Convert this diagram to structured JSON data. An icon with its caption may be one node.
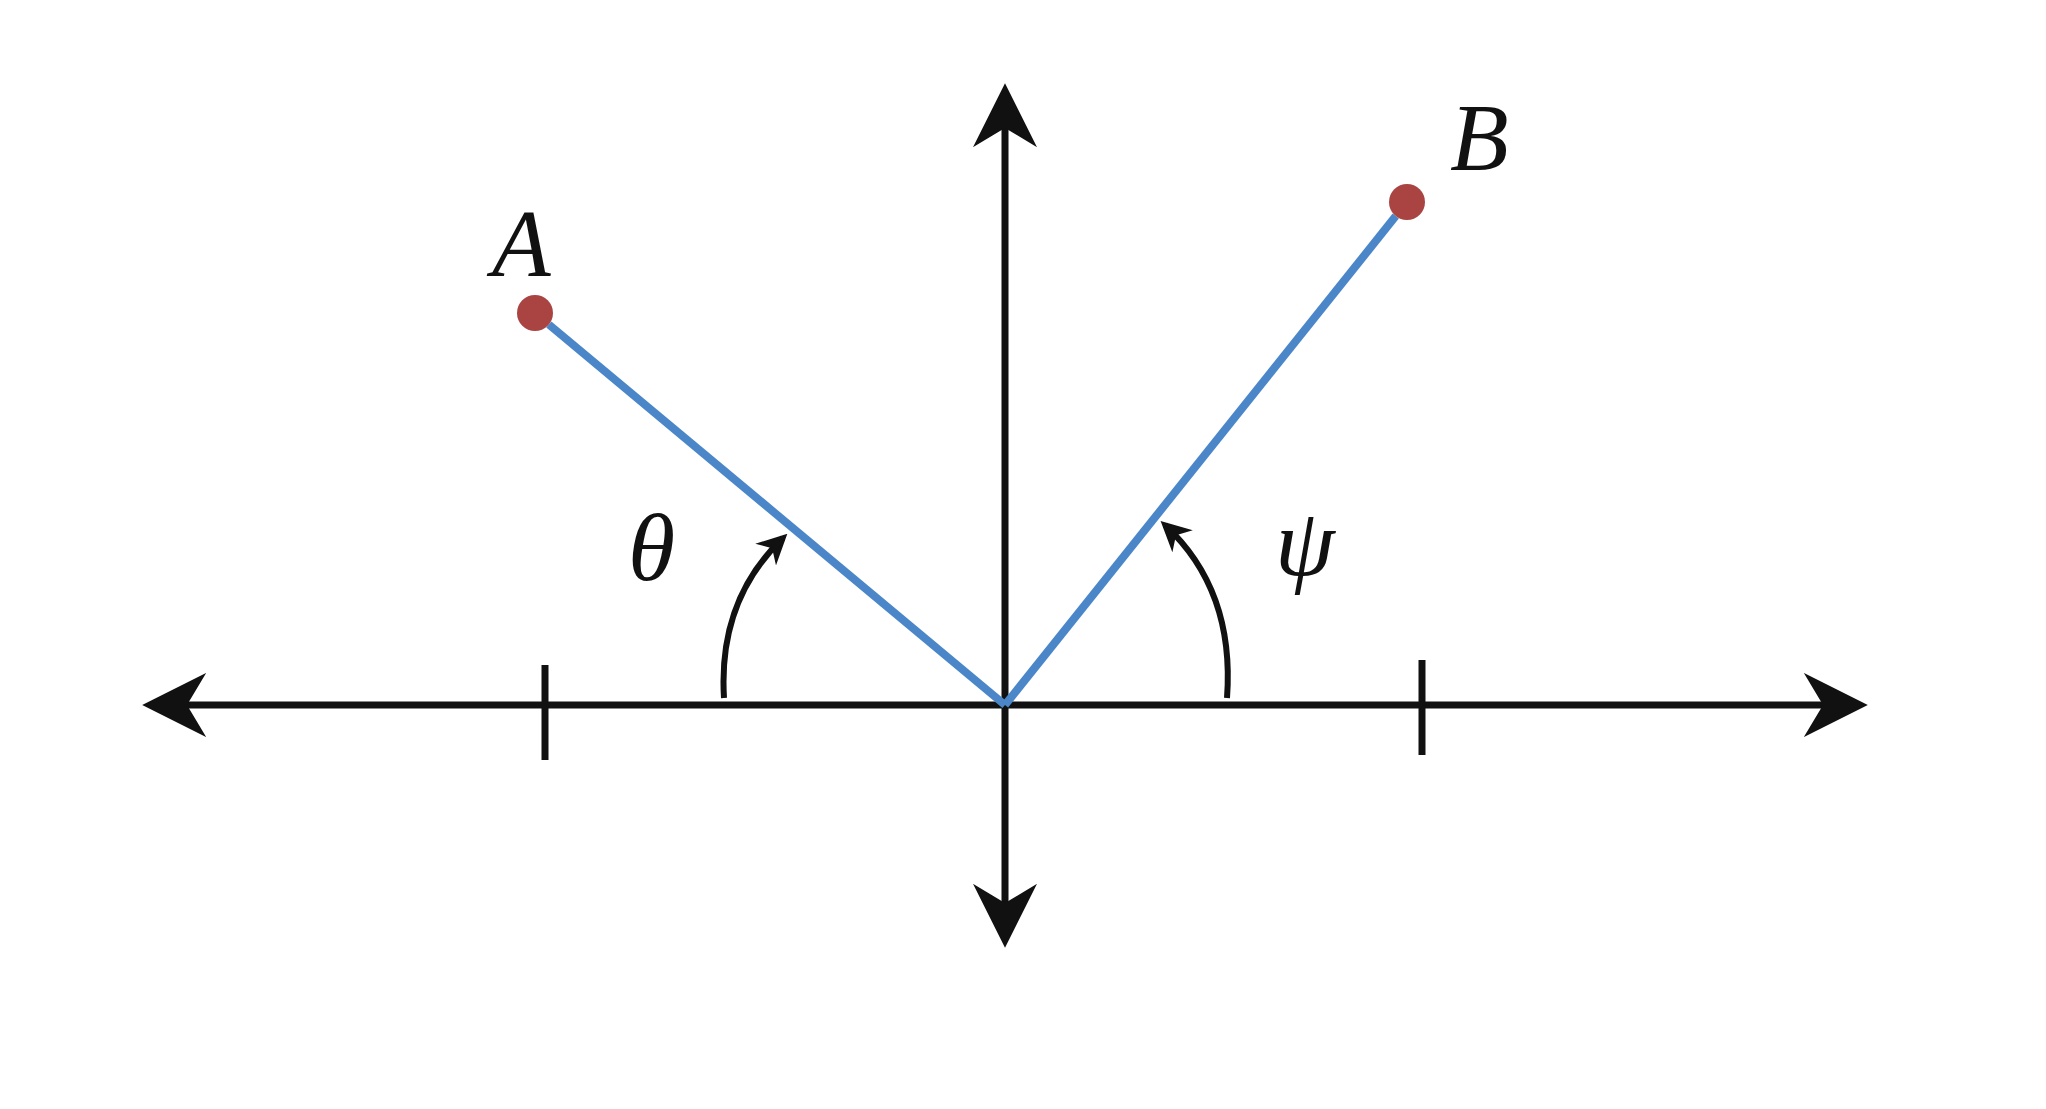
{
  "diagram": {
    "nodes": [
      {
        "text": [
          "A"
        ]
      },
      {
        "text": [
          "B"
        ]
      }
    ],
    "edges": [
      {
        "from": null,
        "to": 0,
        "arrow": "none"
      },
      {
        "from": null,
        "to": 1,
        "arrow": "none"
      }
    ],
    "labels": [
      "θ",
      "ψ"
    ]
  }
}
